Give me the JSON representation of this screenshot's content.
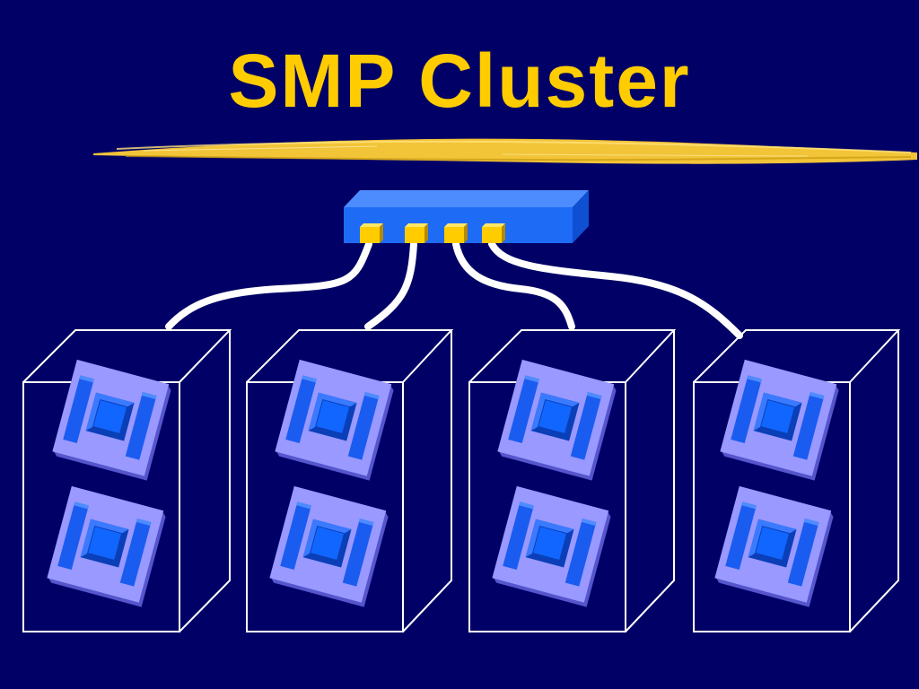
{
  "slide": {
    "title": "SMP Cluster"
  },
  "colors": {
    "background": "#000066",
    "title": "#FFCC00",
    "underline_brush": "#F2C438",
    "switch_body": "#1E6BF5",
    "switch_top": "#4D8CFF",
    "switch_side": "#0F4FD1",
    "switch_ports": "#FFCC00",
    "cables": "#FFFFFF",
    "node_outline": "#FFFFFF",
    "cpu_plate": "#9999FF",
    "cpu_core": "#1166FF",
    "cpu_bars": "#1A5CF0"
  },
  "diagram": {
    "switch": {
      "name": "network-switch",
      "port_count": 4
    },
    "node_count": 4,
    "processors_per_node": 2
  }
}
